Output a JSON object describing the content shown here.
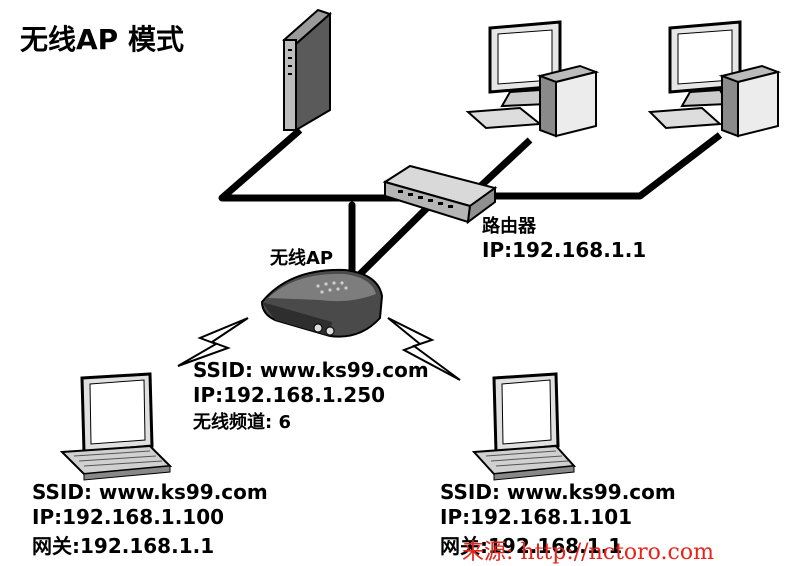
{
  "title": "无线AP 模式",
  "router": {
    "name": "路由器",
    "ip": "IP:192.168.1.1"
  },
  "ap": {
    "name": "无线AP",
    "ssid": "SSID: www.ks99.com",
    "ip": "IP:192.168.1.250",
    "channel": "无线频道: 6"
  },
  "client_left": {
    "ssid": "SSID: www.ks99.com",
    "ip": "IP:192.168.1.100",
    "gateway": "网关:192.168.1.1"
  },
  "client_right": {
    "ssid": "SSID: www.ks99.com",
    "ip": "IP:192.168.1.101",
    "gateway": "网关:192.168.1.1"
  },
  "watermark": "来源: http://nctoro.com",
  "colors": {
    "line": "#000000",
    "device": "#cccccc",
    "watermark": "#e8231a"
  }
}
